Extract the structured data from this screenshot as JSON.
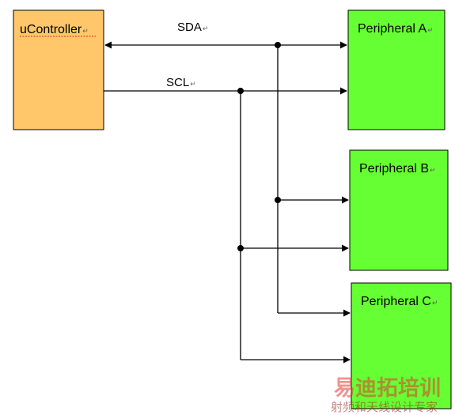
{
  "colors": {
    "controller_fill": "#ffc76a",
    "peripheral_fill": "#66ff33",
    "line": "#000000",
    "watermark": "#e23a2e"
  },
  "controller": {
    "label": "uController",
    "pilcrow": "↵"
  },
  "signals": {
    "sda": {
      "label": "SDA",
      "pilcrow": "↵"
    },
    "scl": {
      "label": "SCL",
      "pilcrow": "↵"
    }
  },
  "peripherals": [
    {
      "label": "Peripheral A",
      "pilcrow": "↵"
    },
    {
      "label": "Peripheral B",
      "pilcrow": "↵"
    },
    {
      "label": "Peripheral C",
      "pilcrow": "↵"
    }
  ],
  "watermark": {
    "line1": "易迪拓培训",
    "line2": "射频和天线设计专家"
  }
}
